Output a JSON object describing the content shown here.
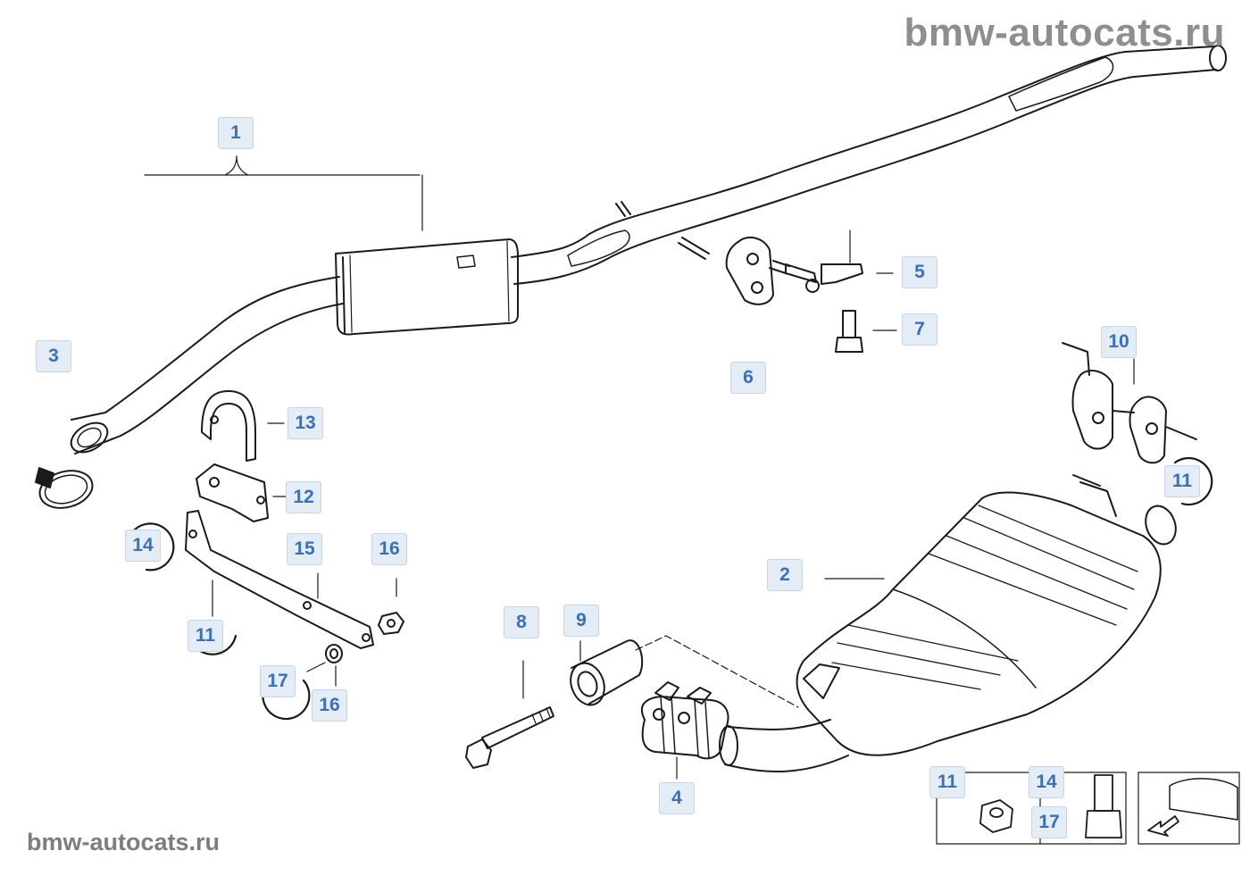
{
  "watermark_top": "bmw-autocats.ru",
  "watermark_bottom": "bmw-autocats.ru",
  "callouts": [
    {
      "id": "c1",
      "label": "1"
    },
    {
      "id": "c2",
      "label": "2"
    },
    {
      "id": "c3",
      "label": "3"
    },
    {
      "id": "c4",
      "label": "4"
    },
    {
      "id": "c5",
      "label": "5"
    },
    {
      "id": "c6",
      "label": "6"
    },
    {
      "id": "c7",
      "label": "7"
    },
    {
      "id": "c8",
      "label": "8"
    },
    {
      "id": "c9",
      "label": "9"
    },
    {
      "id": "c10",
      "label": "10"
    },
    {
      "id": "c11a",
      "label": "11"
    },
    {
      "id": "c11b",
      "label": "11"
    },
    {
      "id": "c11c",
      "label": "11"
    },
    {
      "id": "c12",
      "label": "12"
    },
    {
      "id": "c13",
      "label": "13"
    },
    {
      "id": "c14a",
      "label": "14"
    },
    {
      "id": "c14b",
      "label": "14"
    },
    {
      "id": "c15",
      "label": "15"
    },
    {
      "id": "c16a",
      "label": "16"
    },
    {
      "id": "c16b",
      "label": "16"
    },
    {
      "id": "c17a",
      "label": "17"
    },
    {
      "id": "c17b",
      "label": "17"
    }
  ],
  "colors": {
    "callout_text": "#3a70b8",
    "callout_bg": "#e4ecf6",
    "line": "#1a1a1a",
    "watermark": "#8e8e8e"
  }
}
